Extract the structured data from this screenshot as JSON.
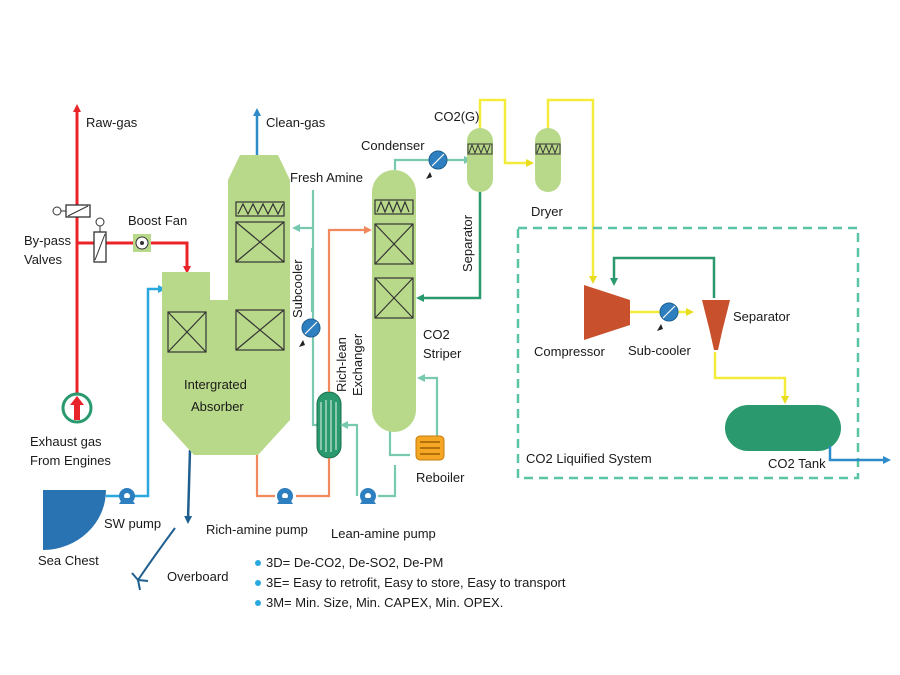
{
  "labels": {
    "raw_gas": "Raw-gas",
    "clean_gas": "Clean-gas",
    "bypass_valves_1": "By-pass",
    "bypass_valves_2": "Valves",
    "boost_fan": "Boost Fan",
    "exhaust_1": "Exhaust gas",
    "exhaust_2": "From  Engines",
    "sea_chest": "Sea Chest",
    "sw_pump": "SW pump",
    "overboard": "Overboard",
    "absorber_1": "Intergrated",
    "absorber_2": "Absorber",
    "fresh_amine": "Fresh Amine",
    "subcooler": "Subcooler",
    "rich_lean_1": "Rich-lean",
    "rich_lean_2": "Exchanger",
    "rich_amine_pump": "Rich-amine pump",
    "lean_amine_pump": "Lean-amine pump",
    "condenser": "Condenser",
    "co2_gas": "CO2(G)",
    "separator_v": "Separator",
    "dryer": "Dryer",
    "stripper_1": "CO2",
    "stripper_2": "Striper",
    "reboiler": "Reboiler",
    "compressor": "Compressor",
    "sub_cooler": "Sub-cooler",
    "separator_2": "Separator",
    "liquified_system": "CO2 Liquified System",
    "co2_tank": "CO2 Tank"
  },
  "legend": [
    "3D= De-CO2, De-SO2, De-PM",
    "3E= Easy to retrofit,  Easy to store, Easy to transport",
    "3M= Min. Size, Min. CAPEX, Min. OPEX."
  ],
  "colors": {
    "exhaust_line": "#e8242a",
    "sea_water_line": "#29a8e0",
    "clean_gas_line": "#2e8bc9",
    "vessel_fill": "#b9d98a",
    "amine_line": "#78c9b0",
    "rich_amine_line": "#f08a5d",
    "co2_line": "#f3ec3b",
    "recycle_line": "#2a9a6e",
    "compressor_fill": "#c9502c",
    "tank_fill": "#2a9a6e",
    "reboiler_fill": "#f5a623",
    "pump_fill": "#2e7fbf",
    "dashed_box": "#5ac4a6"
  },
  "icons": {
    "cooler": "fan-circle-icon",
    "pump": "pump-icon",
    "valve": "valve-icon"
  }
}
